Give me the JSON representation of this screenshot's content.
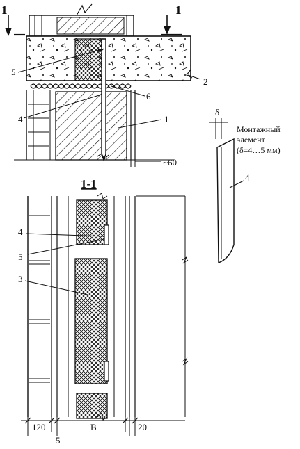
{
  "labels": {
    "cut_mark_left": "1",
    "cut_mark_right": "1",
    "section_title": "1-1",
    "top": {
      "l5": "5",
      "l4": "4",
      "l6": "6",
      "l1": "1",
      "l2": "2",
      "dim_60": "~60"
    },
    "side": {
      "delta": "δ",
      "title_line1": "Монтажный",
      "title_line2": "элемент",
      "title_line3": "(δ=4…5 мм)",
      "l4": "4"
    },
    "section": {
      "l4": "4",
      "l5": "5",
      "l3": "3"
    },
    "dims": {
      "d120": "120",
      "d5": "5",
      "dB": "B",
      "d20": "20"
    }
  }
}
